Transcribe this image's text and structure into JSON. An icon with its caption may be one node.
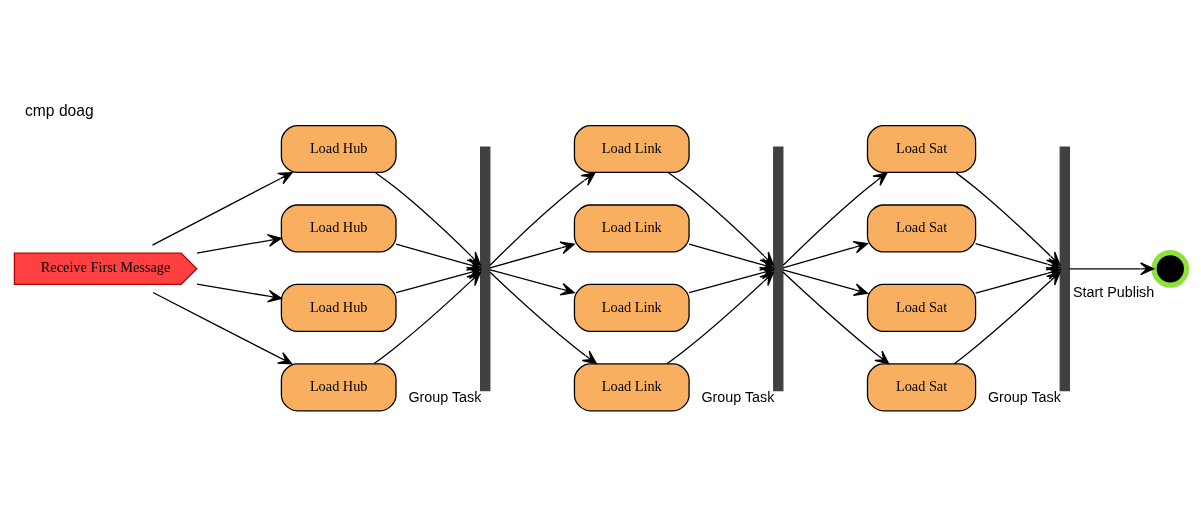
{
  "diagram": {
    "title": "cmp doag",
    "nodes": [
      {
        "text": [
          "Receive First Message"
        ]
      },
      {
        "text": [
          "Load Hub"
        ]
      },
      {
        "text": [
          "Load Hub"
        ]
      },
      {
        "text": [
          "Load Hub"
        ]
      },
      {
        "text": [
          "Load Hub"
        ]
      },
      {
        "text": [],
        "shape": "bar",
        "beside": [
          "Group Task"
        ]
      },
      {
        "text": [
          "Load Link"
        ]
      },
      {
        "text": [
          "Load Link"
        ]
      },
      {
        "text": [
          "Load Link"
        ]
      },
      {
        "text": [
          "Load Link"
        ]
      },
      {
        "text": [],
        "shape": "bar",
        "beside": [
          "Group Task"
        ]
      },
      {
        "text": [
          "Load Sat"
        ]
      },
      {
        "text": [
          "Load Sat"
        ]
      },
      {
        "text": [
          "Load Sat"
        ]
      },
      {
        "text": [
          "Load Sat"
        ]
      },
      {
        "text": [],
        "shape": "bar",
        "beside": [
          "Group Task"
        ]
      },
      {
        "text": [],
        "shape": "circle",
        "beside": [
          "Start Publish"
        ]
      }
    ],
    "edges": [
      {
        "from": 0,
        "to": 1,
        "arrow": "to"
      },
      {
        "from": 0,
        "to": 2,
        "arrow": "to"
      },
      {
        "from": 0,
        "to": 3,
        "arrow": "to"
      },
      {
        "from": 0,
        "to": 4,
        "arrow": "to"
      },
      {
        "from": 1,
        "to": 5,
        "arrow": "to"
      },
      {
        "from": 2,
        "to": 5,
        "arrow": "to"
      },
      {
        "from": 3,
        "to": 5,
        "arrow": "to"
      },
      {
        "from": 4,
        "to": 5,
        "arrow": "to"
      },
      {
        "from": 5,
        "to": 6,
        "arrow": "to"
      },
      {
        "from": 5,
        "to": 7,
        "arrow": "to"
      },
      {
        "from": 5,
        "to": 8,
        "arrow": "to"
      },
      {
        "from": 5,
        "to": 9,
        "arrow": "to"
      },
      {
        "from": 6,
        "to": 10,
        "arrow": "to"
      },
      {
        "from": 7,
        "to": 10,
        "arrow": "to"
      },
      {
        "from": 8,
        "to": 10,
        "arrow": "to"
      },
      {
        "from": 9,
        "to": 10,
        "arrow": "to"
      },
      {
        "from": 10,
        "to": 11,
        "arrow": "to"
      },
      {
        "from": 10,
        "to": 12,
        "arrow": "to"
      },
      {
        "from": 10,
        "to": 13,
        "arrow": "to"
      },
      {
        "from": 10,
        "to": 14,
        "arrow": "to"
      },
      {
        "from": 11,
        "to": 15,
        "arrow": "to"
      },
      {
        "from": 12,
        "to": 15,
        "arrow": "to"
      },
      {
        "from": 13,
        "to": 15,
        "arrow": "to"
      },
      {
        "from": 14,
        "to": 15,
        "arrow": "to"
      },
      {
        "from": 15,
        "to": 16,
        "arrow": "to"
      }
    ]
  }
}
